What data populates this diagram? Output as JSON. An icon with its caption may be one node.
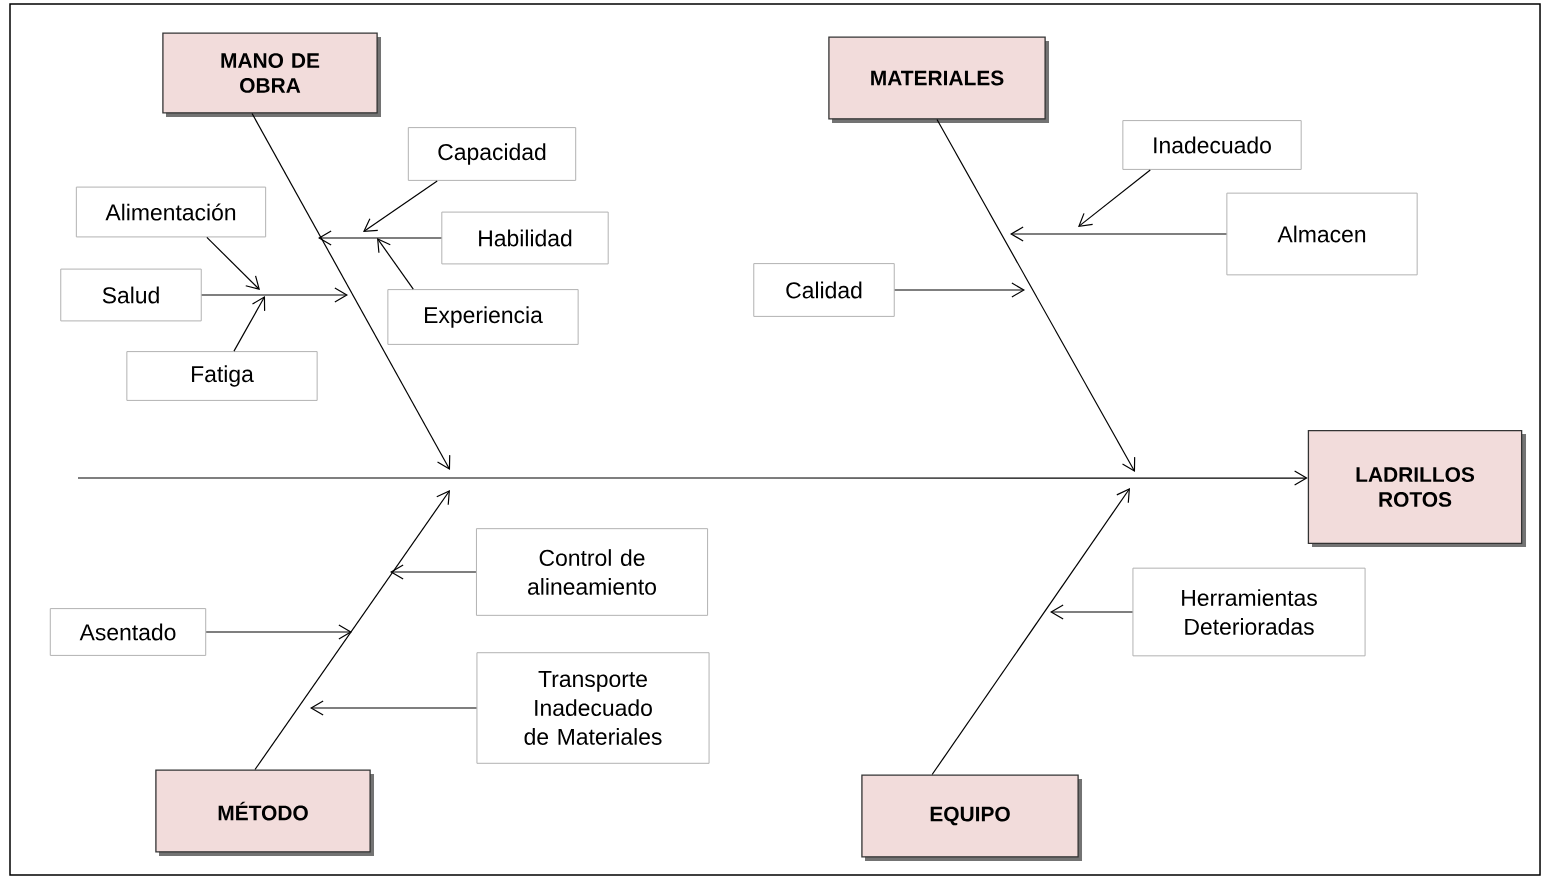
{
  "diagram": {
    "nodes": [
      {
        "text": [
          "MANO DE OBRA"
        ]
      },
      {
        "text": [
          "MATERIALES"
        ]
      },
      {
        "text": [
          "LADRILLOS ROTOS"
        ]
      },
      {
        "text": [
          "MÉTODO"
        ]
      },
      {
        "text": [
          "EQUIPO"
        ]
      },
      {
        "text": [
          "Capacidad"
        ]
      },
      {
        "text": [
          "Alimentación"
        ]
      },
      {
        "text": [
          "Habilidad"
        ]
      },
      {
        "text": [
          "Salud"
        ]
      },
      {
        "text": [
          "Experiencia"
        ]
      },
      {
        "text": [
          "Fatiga"
        ]
      },
      {
        "text": [
          "Inadecuado"
        ]
      },
      {
        "text": [
          "Almacen"
        ]
      },
      {
        "text": [
          "Calidad"
        ]
      },
      {
        "text": [
          "Control de alineamiento"
        ]
      },
      {
        "text": [
          "Asentado"
        ]
      },
      {
        "text": [
          "Transporte Inadecuado de Materiales"
        ]
      },
      {
        "text": [
          "Herramientas Deterioradas"
        ]
      }
    ],
    "edges": [
      {
        "from": null,
        "to": 2,
        "arrow": "to"
      },
      {
        "from": 0,
        "to": null,
        "arrow": "to"
      },
      {
        "from": 1,
        "to": null,
        "arrow": "to"
      },
      {
        "from": 3,
        "to": null,
        "arrow": "to"
      },
      {
        "from": 4,
        "to": null,
        "arrow": "to"
      },
      {
        "from": 5,
        "to": null,
        "arrow": "to"
      },
      {
        "from": 7,
        "to": null,
        "arrow": "to"
      },
      {
        "from": 9,
        "to": null,
        "arrow": "to"
      },
      {
        "from": 6,
        "to": null,
        "arrow": "to"
      },
      {
        "from": 8,
        "to": null,
        "arrow": "to"
      },
      {
        "from": 10,
        "to": null,
        "arrow": "to"
      },
      {
        "from": 11,
        "to": null,
        "arrow": "to"
      },
      {
        "from": 12,
        "to": null,
        "arrow": "to"
      },
      {
        "from": 13,
        "to": null,
        "arrow": "to"
      },
      {
        "from": 14,
        "to": null,
        "arrow": "to"
      },
      {
        "from": 15,
        "to": null,
        "arrow": "to"
      },
      {
        "from": 16,
        "to": null,
        "arrow": "to"
      },
      {
        "from": 17,
        "to": null,
        "arrow": "to"
      }
    ]
  }
}
